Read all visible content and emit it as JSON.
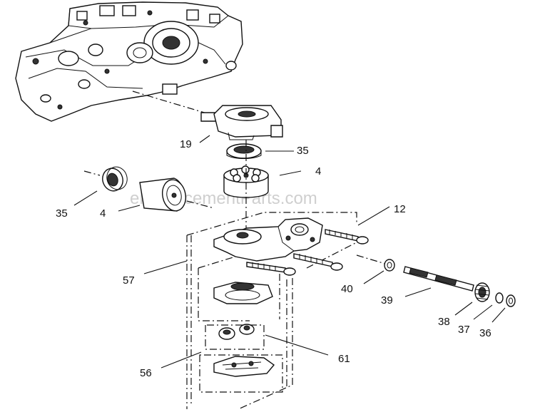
{
  "watermark": "eReplacementParts.com",
  "labels": {
    "l19": "19",
    "l35a": "35",
    "l4a": "4",
    "l35b": "35",
    "l4b": "4",
    "l12": "12",
    "l57": "57",
    "l40": "40",
    "l39": "39",
    "l38": "38",
    "l37": "37",
    "l36": "36",
    "l61": "61",
    "l56": "56"
  }
}
